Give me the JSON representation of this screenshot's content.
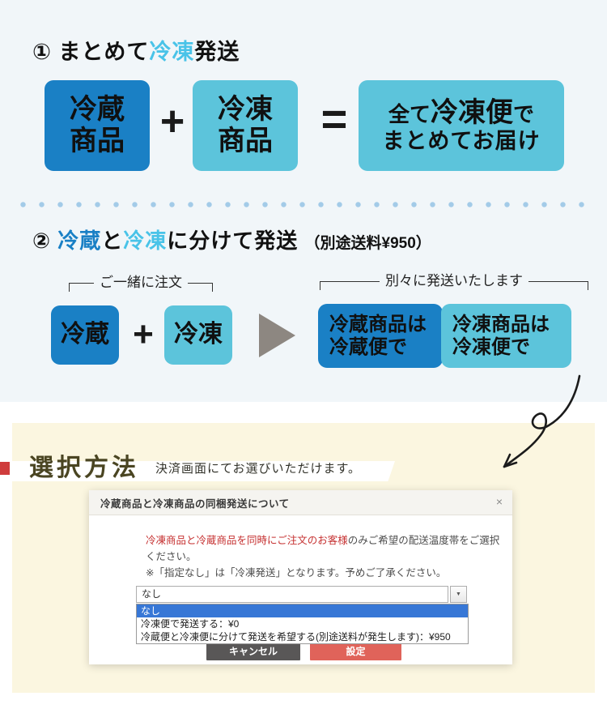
{
  "colors": {
    "dark_blue": "#1a80c5",
    "light_blue": "#5cc4db",
    "accent_cyan": "#49c3e8",
    "dot_blue": "#a3cbe8",
    "top_bg": "#f1f6f9",
    "cream_bg": "#fbf6e0",
    "olive_heading": "#4a4522",
    "alert_red": "#c52f2f",
    "button_red": "#e0635a",
    "button_gray": "#595757",
    "selected_option_blue": "#3777d6"
  },
  "section_combined": {
    "heading": {
      "num": "①",
      "pre": " まとめて",
      "accent": "冷凍",
      "post": "発送"
    },
    "refrigerated_box": {
      "line1": "冷蔵",
      "line2": "商品"
    },
    "plus": "+",
    "frozen_box": {
      "line1": "冷凍",
      "line2": "商品"
    },
    "equals": "=",
    "result_box": {
      "l1a": "全て",
      "l1b": "冷凍便",
      "l1c": "で",
      "l2": "まとめてお届け"
    }
  },
  "section_split": {
    "heading": {
      "num": "②",
      "refrigerated": " 冷蔵",
      "and": "と",
      "frozen": "冷凍",
      "rest": "に分けて発送",
      "note": "（別途送料¥950）"
    },
    "bracket_order": "ご一緒に注文",
    "bracket_ship": "別々に発送いたします",
    "refrigerated_box": "冷蔵",
    "plus": "+",
    "frozen_box": "冷凍",
    "ref_ship_box": {
      "line1": "冷蔵商品は",
      "line2": "冷蔵便で"
    },
    "frz_ship_box": {
      "line1": "冷凍商品は",
      "line2": "冷凍便で"
    }
  },
  "section_select": {
    "heading": "選択方法",
    "subheading": "決済画面にてお選びいただけます。",
    "modal": {
      "title": "冷蔵商品と冷凍商品の同梱発送について",
      "close": "×",
      "notice_red": "冷凍商品と冷蔵商品を同時にご注文のお客様",
      "notice_rest": "のみご希望の配送温度帯をご選択ください。",
      "notice_line2": "※「指定なし」は「冷凍発送」となります。予めご了承ください。",
      "select_value": "なし",
      "dropdown_arrow": "▼",
      "options": [
        "なし",
        "冷凍便で発送する：¥0",
        "冷蔵便と冷凍便に分けて発送を希望する(別途送料が発生します)：¥950"
      ],
      "cancel_label": "キャンセル",
      "confirm_label": "設定"
    }
  }
}
